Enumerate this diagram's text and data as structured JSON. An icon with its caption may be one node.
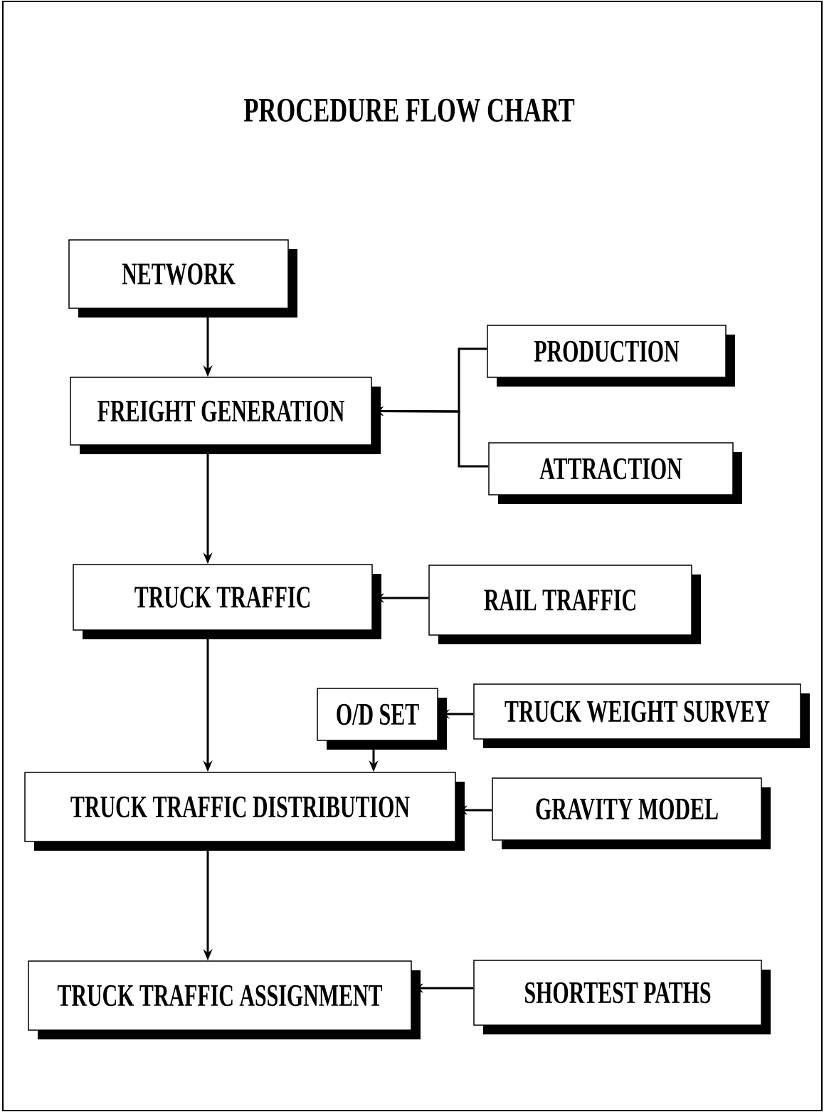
{
  "diagram": {
    "title": "PROCEDURE FLOW CHART",
    "nodes": [
      {
        "text": [
          "NETWORK"
        ]
      },
      {
        "text": [
          "FREIGHT GENERATION"
        ]
      },
      {
        "text": [
          "PRODUCTION"
        ]
      },
      {
        "text": [
          "ATTRACTION"
        ]
      },
      {
        "text": [
          "TRUCK TRAFFIC"
        ]
      },
      {
        "text": [
          "RAIL TRAFFIC"
        ]
      },
      {
        "text": [
          "O/D SET"
        ]
      },
      {
        "text": [
          "TRUCK  WEIGHT SURVEY"
        ]
      },
      {
        "text": [
          "TRUCK TRAFFIC DISTRIBUTION"
        ]
      },
      {
        "text": [
          "GRAVITY MODEL"
        ]
      },
      {
        "text": [
          "TRUCK TRAFFIC ASSIGNMENT"
        ]
      },
      {
        "text": [
          "SHORTEST PATHS"
        ]
      }
    ],
    "edges": [
      {
        "from": 0,
        "to": 1,
        "arrow": "to"
      },
      {
        "from": 2,
        "to": 1,
        "arrow": "to"
      },
      {
        "from": 3,
        "to": 1,
        "arrow": "to"
      },
      {
        "from": 1,
        "to": 4,
        "arrow": "to"
      },
      {
        "from": 5,
        "to": 4,
        "arrow": "to"
      },
      {
        "from": 7,
        "to": 6,
        "arrow": "to"
      },
      {
        "from": 6,
        "to": 8,
        "arrow": "to"
      },
      {
        "from": 4,
        "to": 8,
        "arrow": "to"
      },
      {
        "from": 9,
        "to": 8,
        "arrow": "to"
      },
      {
        "from": 8,
        "to": 10,
        "arrow": "to"
      },
      {
        "from": 11,
        "to": 10,
        "arrow": "to"
      }
    ]
  }
}
